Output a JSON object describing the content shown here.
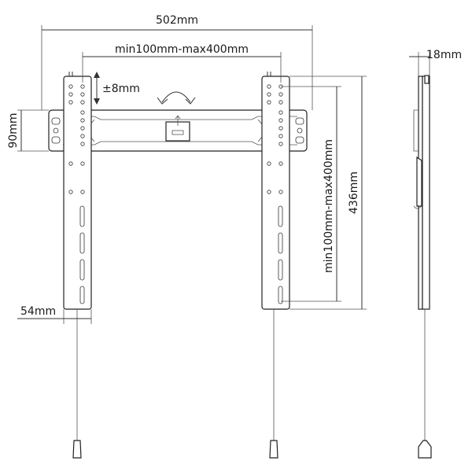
{
  "dimensions": {
    "overall_width": "502mm",
    "vesa_range_horizontal": "min100mm-max400mm",
    "vertical_adjust": "±8mm",
    "rail_height": "90mm",
    "arm_width": "54mm",
    "vesa_range_vertical": "min100mm-max400mm",
    "overall_height": "436mm",
    "depth": "18mm"
  },
  "icons": {
    "rotate": "rotate-arrows-icon",
    "up_arrow": "up-down-arrow-icon",
    "lock_tab": "lock-tab-icon"
  }
}
